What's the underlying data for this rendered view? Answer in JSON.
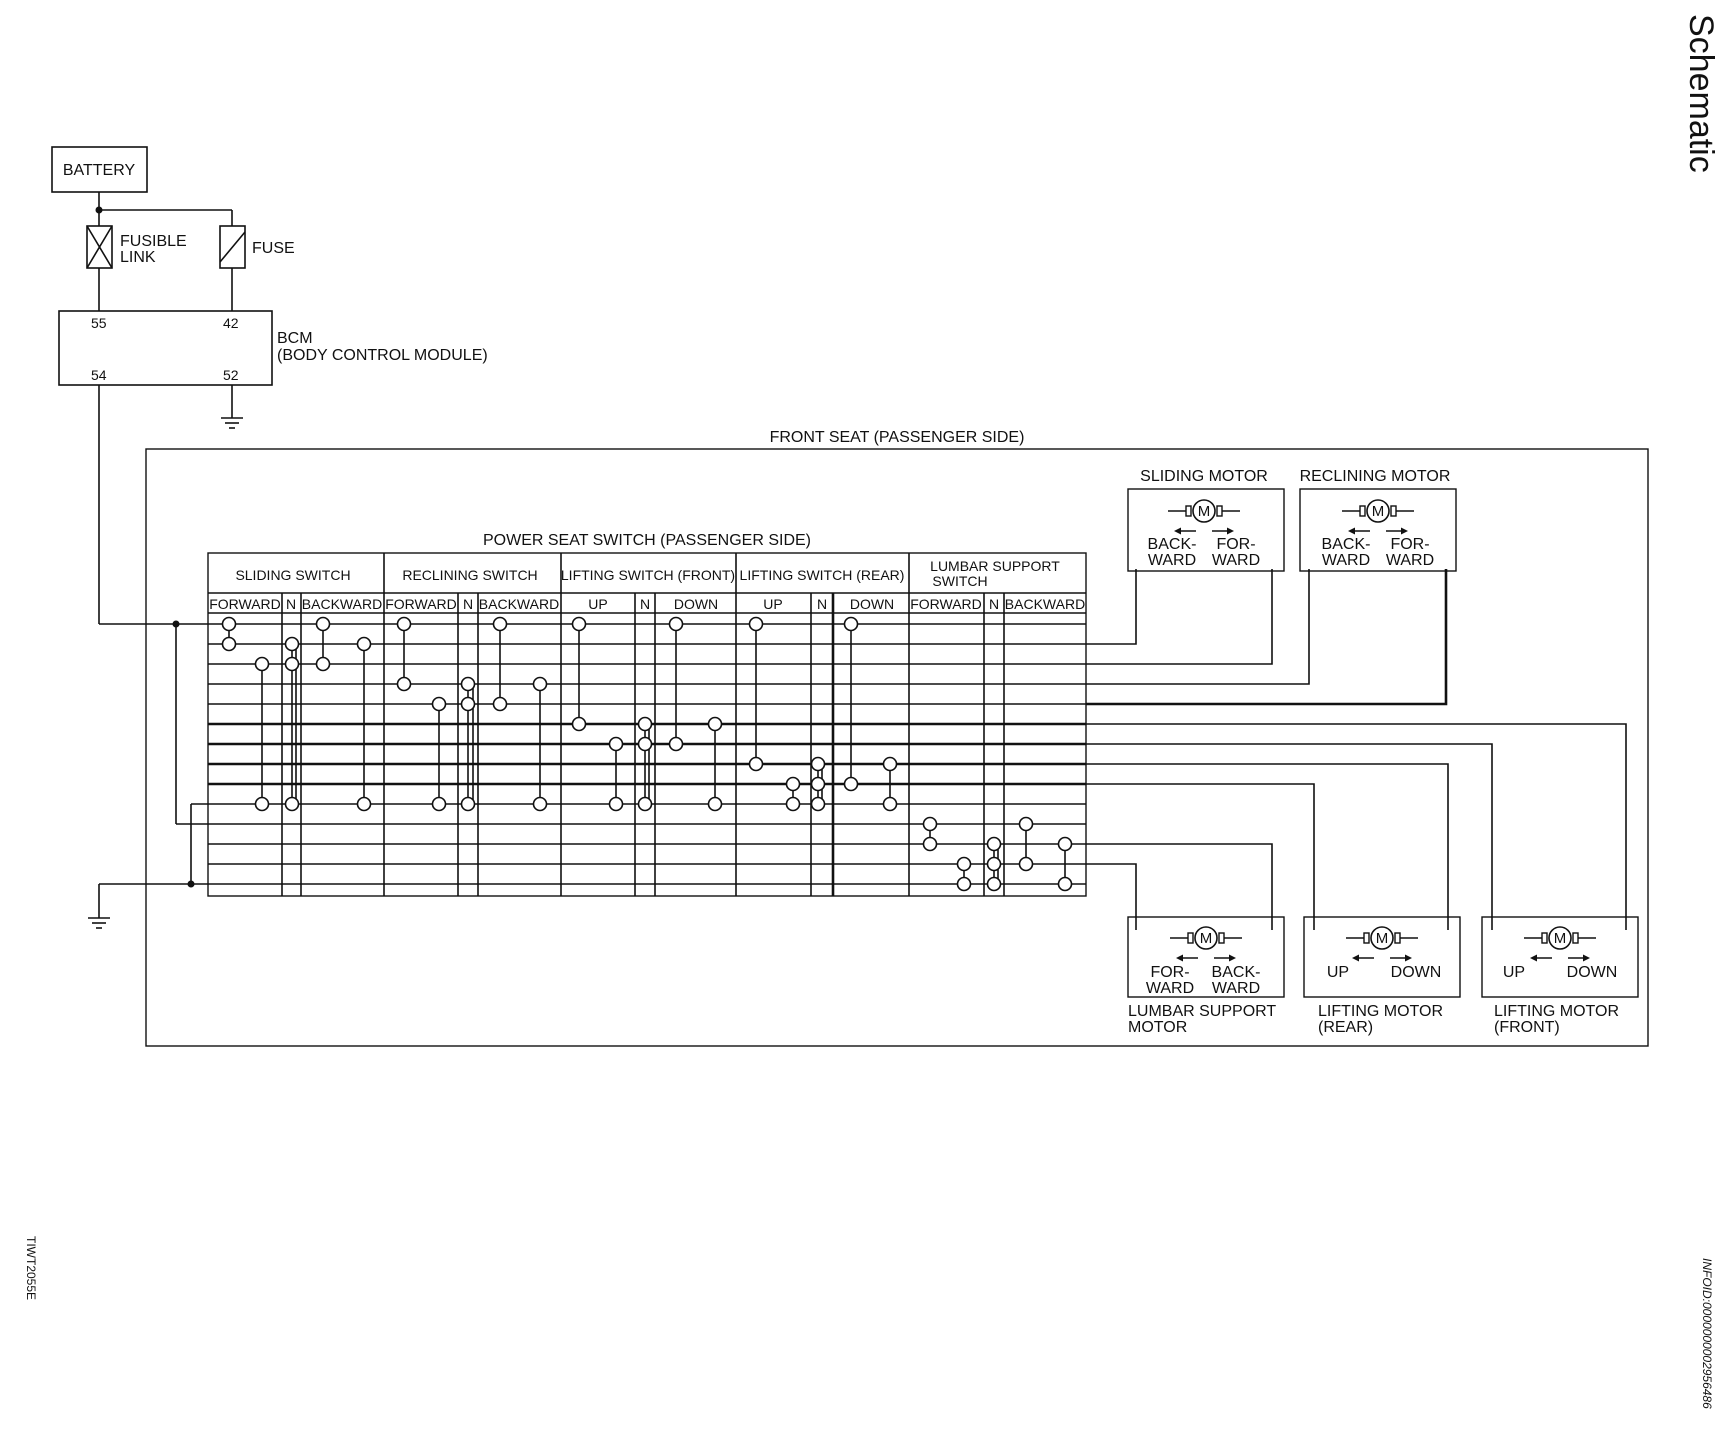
{
  "page": {
    "section_title": "Schematic",
    "figure_code": "TIWT2055E",
    "info_id": "INFOID:0000000002956486"
  },
  "power": {
    "battery": "BATTERY",
    "fusible_link_line1": "FUSIBLE",
    "fusible_link_line2": "LINK",
    "fuse": "FUSE"
  },
  "bcm": {
    "label_line1": "BCM",
    "label_line2": "(BODY CONTROL MODULE)",
    "pin_55": "55",
    "pin_42": "42",
    "pin_54": "54",
    "pin_52": "52"
  },
  "front_seat": {
    "title": "FRONT SEAT (PASSENGER SIDE)"
  },
  "switch_table": {
    "title": "POWER SEAT SWITCH (PASSENGER SIDE)",
    "groups": [
      {
        "name": "SLIDING SWITCH",
        "cols": [
          "FORWARD",
          "N",
          "BACKWARD"
        ]
      },
      {
        "name": "RECLINING SWITCH",
        "cols": [
          "FORWARD",
          "N",
          "BACKWARD"
        ]
      },
      {
        "name": "LIFTING SWITCH (FRONT)",
        "cols": [
          "UP",
          "N",
          "DOWN"
        ]
      },
      {
        "name": "LIFTING SWITCH (REAR)",
        "cols": [
          "UP",
          "N",
          "DOWN"
        ]
      },
      {
        "name_line1": "LUMBAR SUPPORT",
        "name_line2": "SWITCH",
        "cols": [
          "FORWARD",
          "N",
          "BACKWARD"
        ]
      }
    ]
  },
  "motors": {
    "sliding": {
      "title": "SLIDING MOTOR",
      "left_line1": "BACK-",
      "left_line2": "WARD",
      "right_line1": "FOR-",
      "right_line2": "WARD"
    },
    "reclining": {
      "title": "RECLINING MOTOR",
      "left_line1": "BACK-",
      "left_line2": "WARD",
      "right_line1": "FOR-",
      "right_line2": "WARD"
    },
    "lumbar": {
      "title_line1": "LUMBAR SUPPORT",
      "title_line2": "MOTOR",
      "left_line1": "FOR-",
      "left_line2": "WARD",
      "right_line1": "BACK-",
      "right_line2": "WARD"
    },
    "lifting_rear": {
      "title_line1": "LIFTING MOTOR",
      "title_line2": "(REAR)",
      "left": "UP",
      "right": "DOWN"
    },
    "lifting_front": {
      "title_line1": "LIFTING MOTOR",
      "title_line2": "(FRONT)",
      "left": "UP",
      "right": "DOWN"
    },
    "motor_symbol": "M"
  },
  "icons": {
    "ground": "ground-icon",
    "motor": "motor-icon",
    "fuse": "fuse-icon",
    "fusible_link": "fusible-link-icon",
    "contact": "switch-contact-icon"
  }
}
